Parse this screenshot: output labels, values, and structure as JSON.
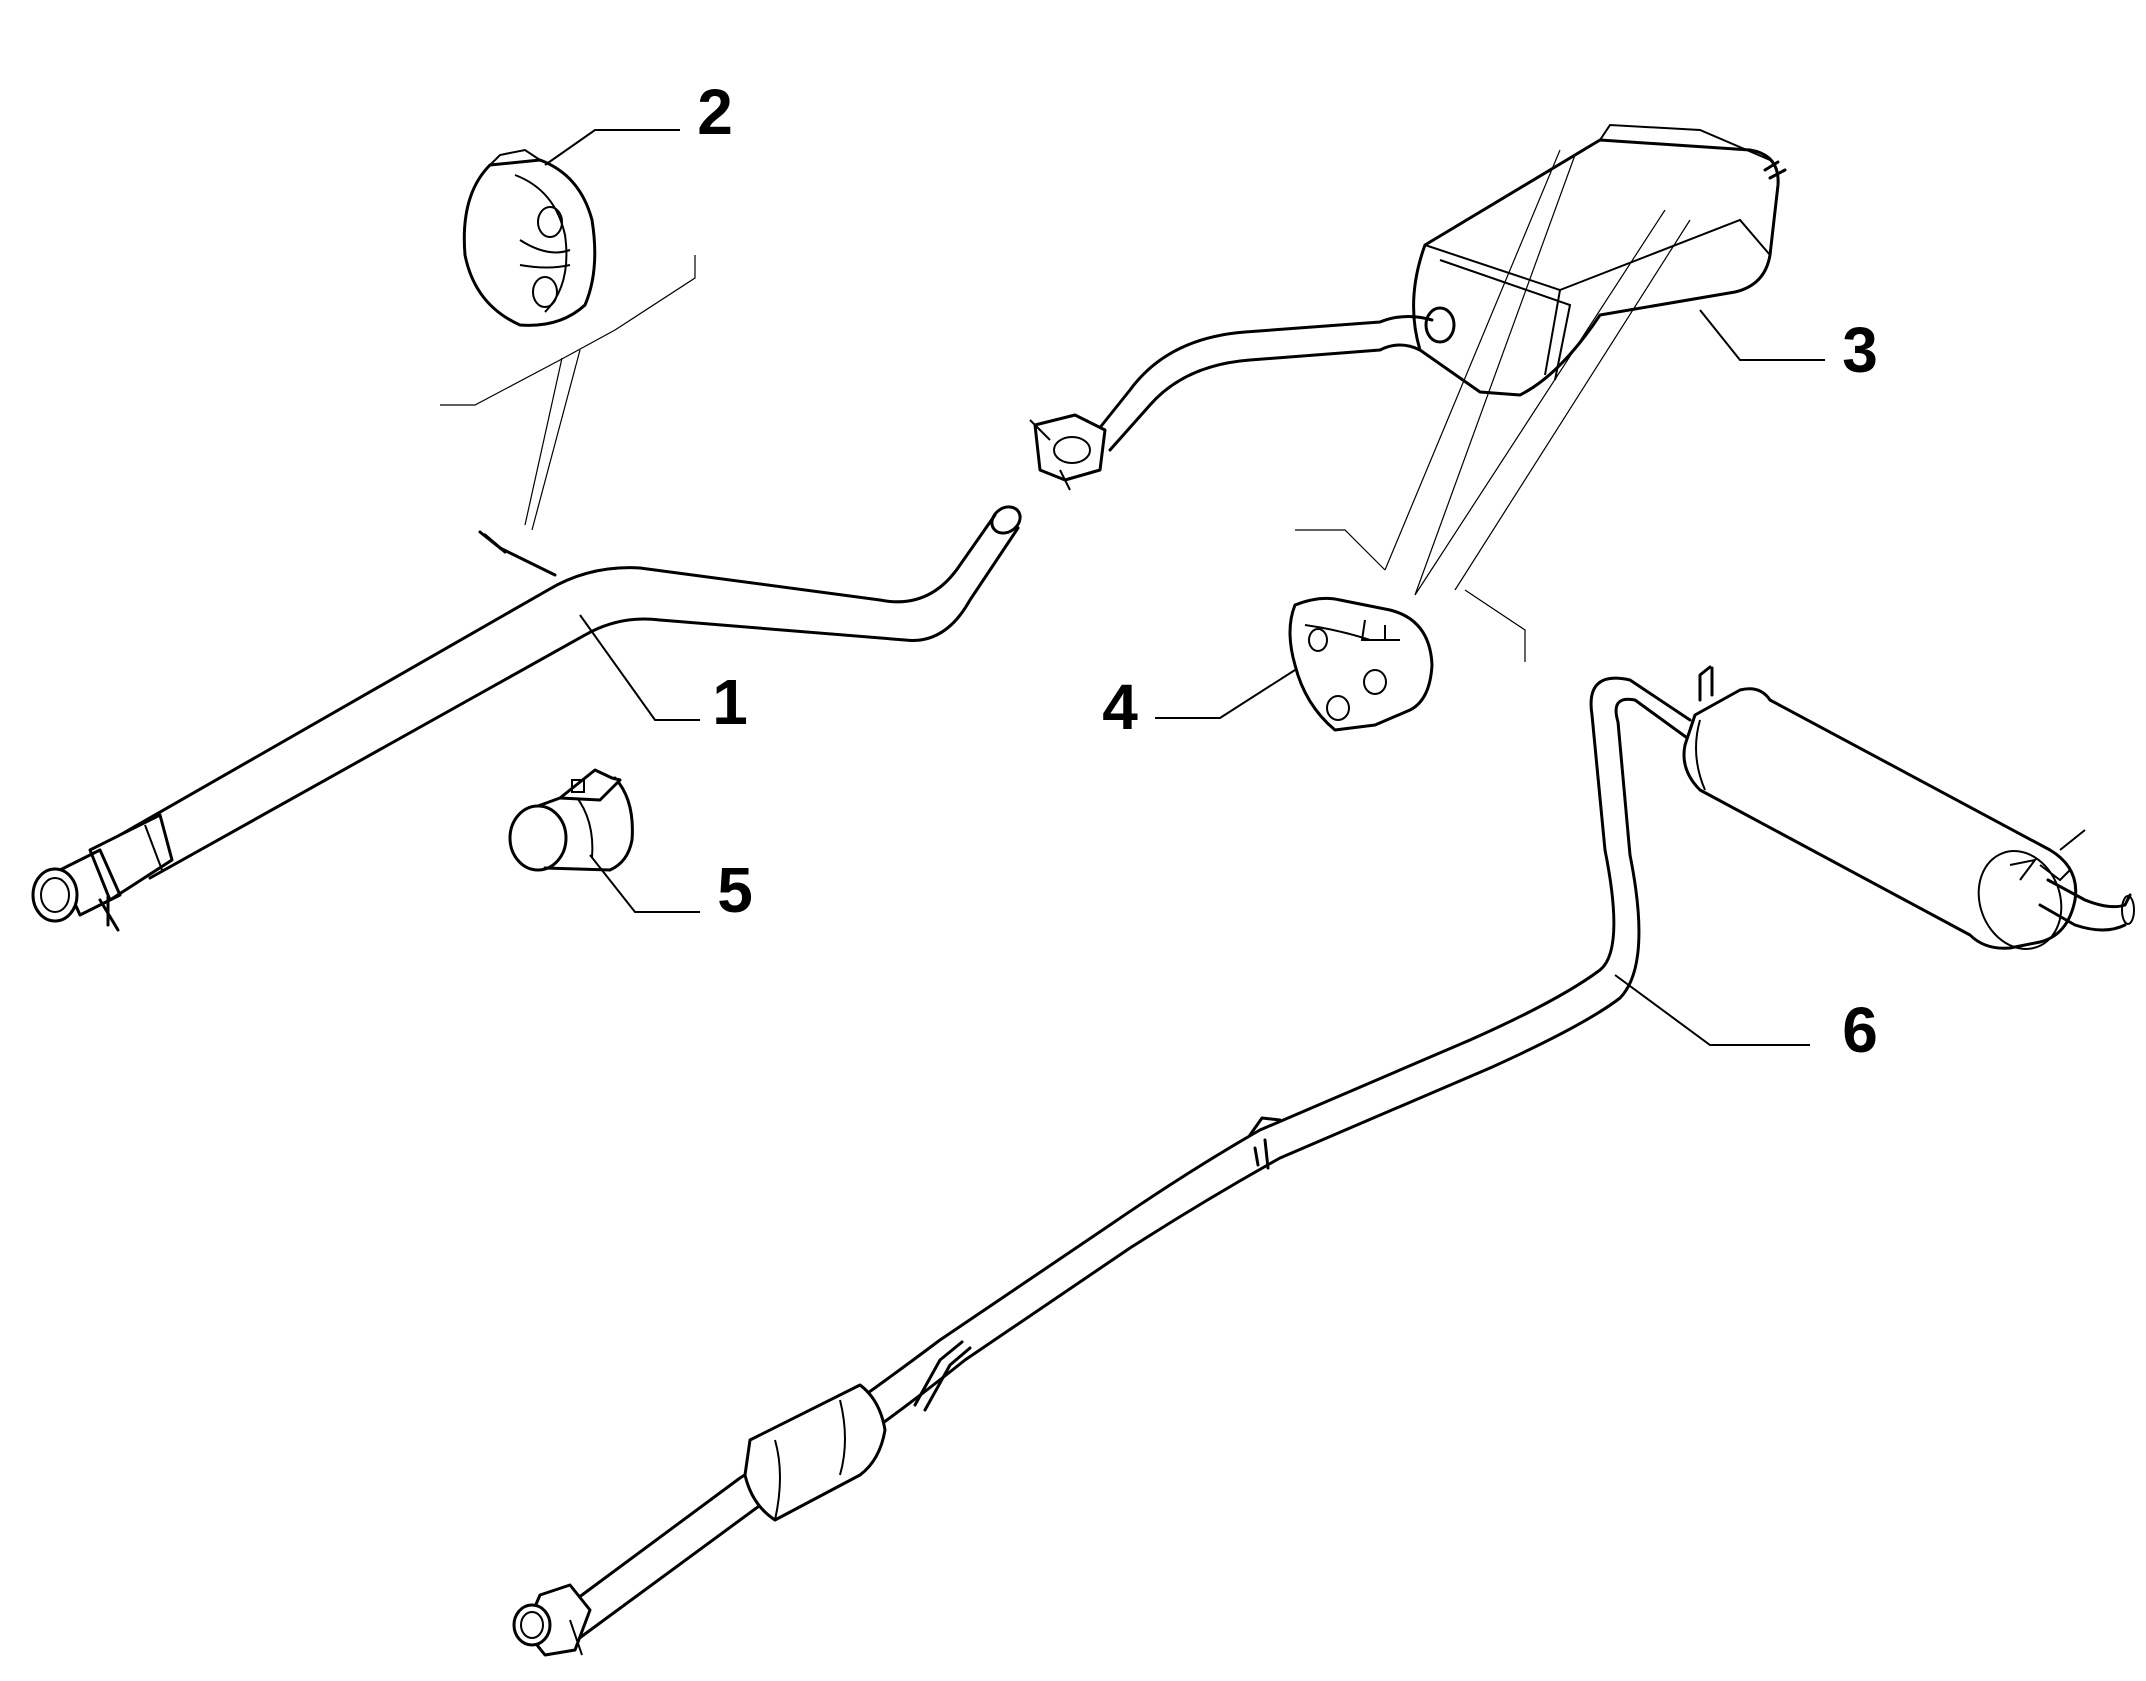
{
  "diagram": {
    "type": "exploded parts diagram",
    "subject": "exhaust system",
    "callouts": [
      {
        "id": "1",
        "label": "1"
      },
      {
        "id": "2",
        "label": "2"
      },
      {
        "id": "3",
        "label": "3"
      },
      {
        "id": "4",
        "label": "4"
      },
      {
        "id": "5",
        "label": "5"
      },
      {
        "id": "6",
        "label": "6"
      }
    ],
    "colors": {
      "line": "#000000",
      "background": "#ffffff"
    }
  }
}
